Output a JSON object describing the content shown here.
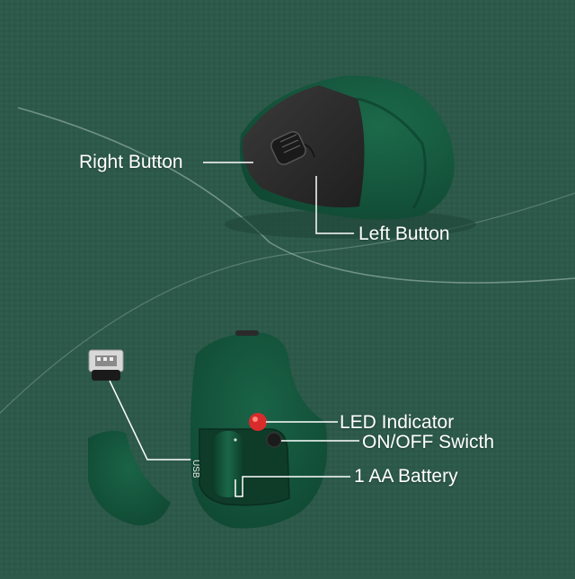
{
  "colors": {
    "background": "#2d5a4b",
    "mouse_body": "#14543a",
    "button_panel": "#2b2b2b",
    "label_text": "#ffffff",
    "led": "#d92b2b"
  },
  "labels": {
    "right_button": "Right Button",
    "left_button": "Left Button",
    "led_indicator": "LED Indicator",
    "on_off_switch": "ON/OFF Swicth",
    "battery": "1 AA Battery"
  },
  "battery_compartment_marking": "USB"
}
